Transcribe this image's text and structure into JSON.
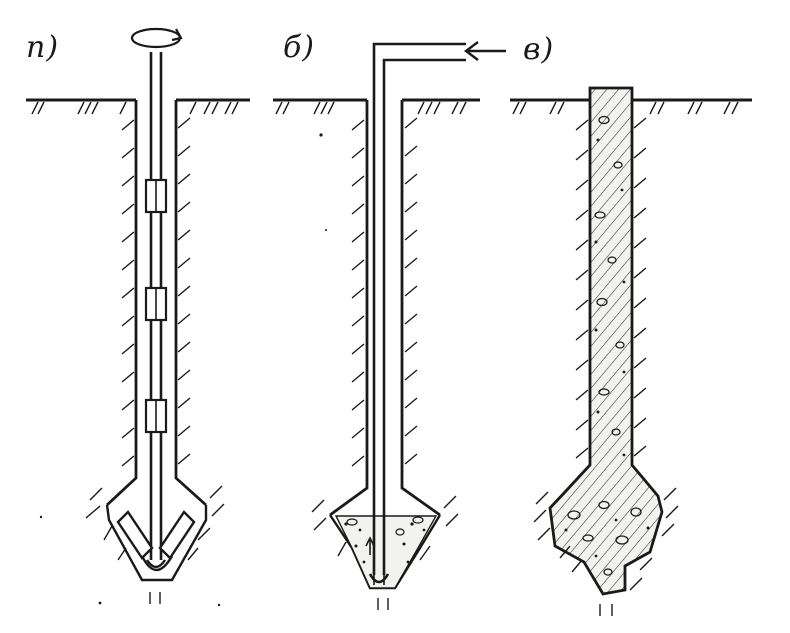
{
  "panels": [
    {
      "id": "a",
      "label": "п)"
    },
    {
      "id": "b",
      "label": "б)"
    },
    {
      "id": "c",
      "label": "в)"
    }
  ],
  "colors": {
    "ink": "#1a1a1a",
    "fill": "#f2f2ee",
    "paper": "#ffffff"
  },
  "icons": {
    "rotation": "rotation-arrow-icon",
    "feed": "feed-arrow-icon"
  }
}
